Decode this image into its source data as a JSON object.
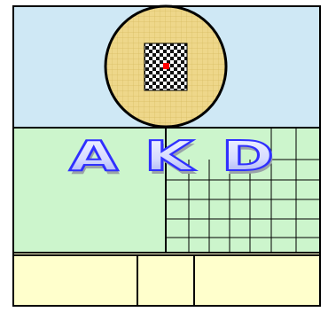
{
  "diagram": {
    "logo_text": "AKD",
    "letters": [
      "A",
      "K",
      "D"
    ],
    "colors": {
      "top_panel": "#cfe8f5",
      "middle_panel": "#ccf5cc",
      "bottom_panel": "#ffffcc",
      "circle_fill": "#eed78a",
      "circle_grid": "#d4b85c",
      "outline": "#000000",
      "letter_fill_light": "#e8ecff",
      "letter_fill_mid": "#b0b8ff",
      "letter_outline": "#3030ff",
      "marker": "#ff0000"
    },
    "grid": {
      "columns": 6,
      "rows": 5
    },
    "bottom_cells": 3
  }
}
